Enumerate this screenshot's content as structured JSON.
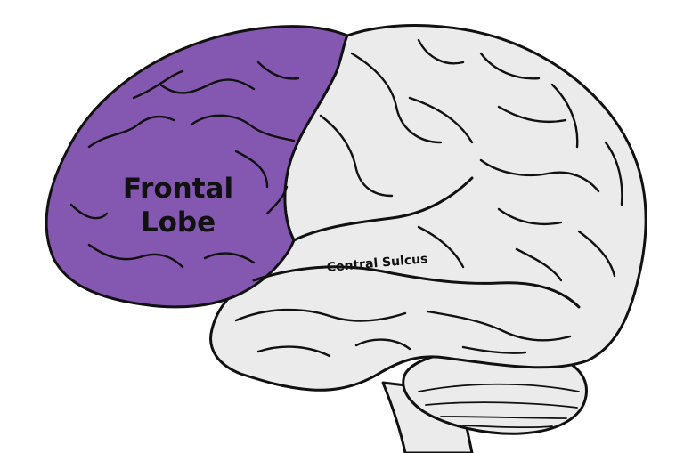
{
  "labels": {
    "frontal_lobe_line1": "Frontal",
    "frontal_lobe_line2": "Lobe",
    "central_sulcus": "Central Sulcus"
  },
  "colors": {
    "frontal_lobe": "#8457B0",
    "brain": "#EBEBEB",
    "outline": "#111111",
    "background": "#FFFFFF"
  }
}
